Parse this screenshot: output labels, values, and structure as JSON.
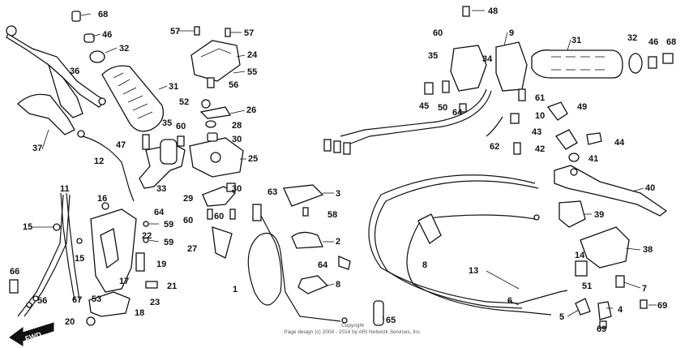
{
  "diagram": {
    "watermark_line1": "Copyright",
    "watermark_line2": "Page design (c) 2004 - 2014 by ARI Network Services, Inc.",
    "fwd_label": "FWD",
    "part_labels": [
      {
        "id": "l68a",
        "text": "68"
      },
      {
        "id": "l46a",
        "text": "46"
      },
      {
        "id": "l32a",
        "text": "32"
      },
      {
        "id": "l36",
        "text": "36"
      },
      {
        "id": "l31a",
        "text": "31"
      },
      {
        "id": "l37",
        "text": "37"
      },
      {
        "id": "l12",
        "text": "12"
      },
      {
        "id": "l47",
        "text": "47"
      },
      {
        "id": "l35a",
        "text": "35"
      },
      {
        "id": "l60a",
        "text": "60"
      },
      {
        "id": "l33",
        "text": "33"
      },
      {
        "id": "l11",
        "text": "11"
      },
      {
        "id": "l16",
        "text": "16"
      },
      {
        "id": "l64a",
        "text": "64"
      },
      {
        "id": "l59a",
        "text": "59"
      },
      {
        "id": "l15a",
        "text": "15"
      },
      {
        "id": "l22",
        "text": "22"
      },
      {
        "id": "l59b",
        "text": "59"
      },
      {
        "id": "l15b",
        "text": "15"
      },
      {
        "id": "l19",
        "text": "19"
      },
      {
        "id": "l66",
        "text": "66"
      },
      {
        "id": "l17",
        "text": "17"
      },
      {
        "id": "l21",
        "text": "21"
      },
      {
        "id": "l67",
        "text": "67"
      },
      {
        "id": "l53",
        "text": "53"
      },
      {
        "id": "l23",
        "text": "23"
      },
      {
        "id": "l56b",
        "text": "56"
      },
      {
        "id": "l18",
        "text": "18"
      },
      {
        "id": "l20",
        "text": "20"
      },
      {
        "id": "l57a",
        "text": "57"
      },
      {
        "id": "l57b",
        "text": "57"
      },
      {
        "id": "l24",
        "text": "24"
      },
      {
        "id": "l55",
        "text": "55"
      },
      {
        "id": "l56a",
        "text": "56"
      },
      {
        "id": "l52",
        "text": "52"
      },
      {
        "id": "l26",
        "text": "26"
      },
      {
        "id": "l28",
        "text": "28"
      },
      {
        "id": "l30a",
        "text": "30"
      },
      {
        "id": "l25",
        "text": "25"
      },
      {
        "id": "l29",
        "text": "29"
      },
      {
        "id": "l30b",
        "text": "30"
      },
      {
        "id": "l60b",
        "text": "60"
      },
      {
        "id": "l60c",
        "text": "60"
      },
      {
        "id": "l27",
        "text": "27"
      },
      {
        "id": "l1",
        "text": "1"
      },
      {
        "id": "l63",
        "text": "63"
      },
      {
        "id": "l3",
        "text": "3"
      },
      {
        "id": "l58",
        "text": "58"
      },
      {
        "id": "l2",
        "text": "2"
      },
      {
        "id": "l64b",
        "text": "64"
      },
      {
        "id": "l8a",
        "text": "8"
      },
      {
        "id": "l65",
        "text": "65"
      },
      {
        "id": "l48",
        "text": "48"
      },
      {
        "id": "l60d",
        "text": "60"
      },
      {
        "id": "l9",
        "text": "9"
      },
      {
        "id": "l35b",
        "text": "35"
      },
      {
        "id": "l34",
        "text": "34"
      },
      {
        "id": "l45",
        "text": "45"
      },
      {
        "id": "l50",
        "text": "50"
      },
      {
        "id": "l64c",
        "text": "64"
      },
      {
        "id": "l61",
        "text": "61"
      },
      {
        "id": "l10",
        "text": "10"
      },
      {
        "id": "l31b",
        "text": "31"
      },
      {
        "id": "l32b",
        "text": "32"
      },
      {
        "id": "l46b",
        "text": "46"
      },
      {
        "id": "l68b",
        "text": "68"
      },
      {
        "id": "l49",
        "text": "49"
      },
      {
        "id": "l43",
        "text": "43"
      },
      {
        "id": "l44",
        "text": "44"
      },
      {
        "id": "l62",
        "text": "62"
      },
      {
        "id": "l42",
        "text": "42"
      },
      {
        "id": "l41",
        "text": "41"
      },
      {
        "id": "l40",
        "text": "40"
      },
      {
        "id": "l39",
        "text": "39"
      },
      {
        "id": "l8b",
        "text": "8"
      },
      {
        "id": "l13",
        "text": "13"
      },
      {
        "id": "l38",
        "text": "38"
      },
      {
        "id": "l14",
        "text": "14"
      },
      {
        "id": "l51",
        "text": "51"
      },
      {
        "id": "l7",
        "text": "7"
      },
      {
        "id": "l6",
        "text": "6"
      },
      {
        "id": "l5",
        "text": "5"
      },
      {
        "id": "l4",
        "text": "4"
      },
      {
        "id": "l69a",
        "text": "69"
      },
      {
        "id": "l69b",
        "text": "69"
      }
    ]
  }
}
